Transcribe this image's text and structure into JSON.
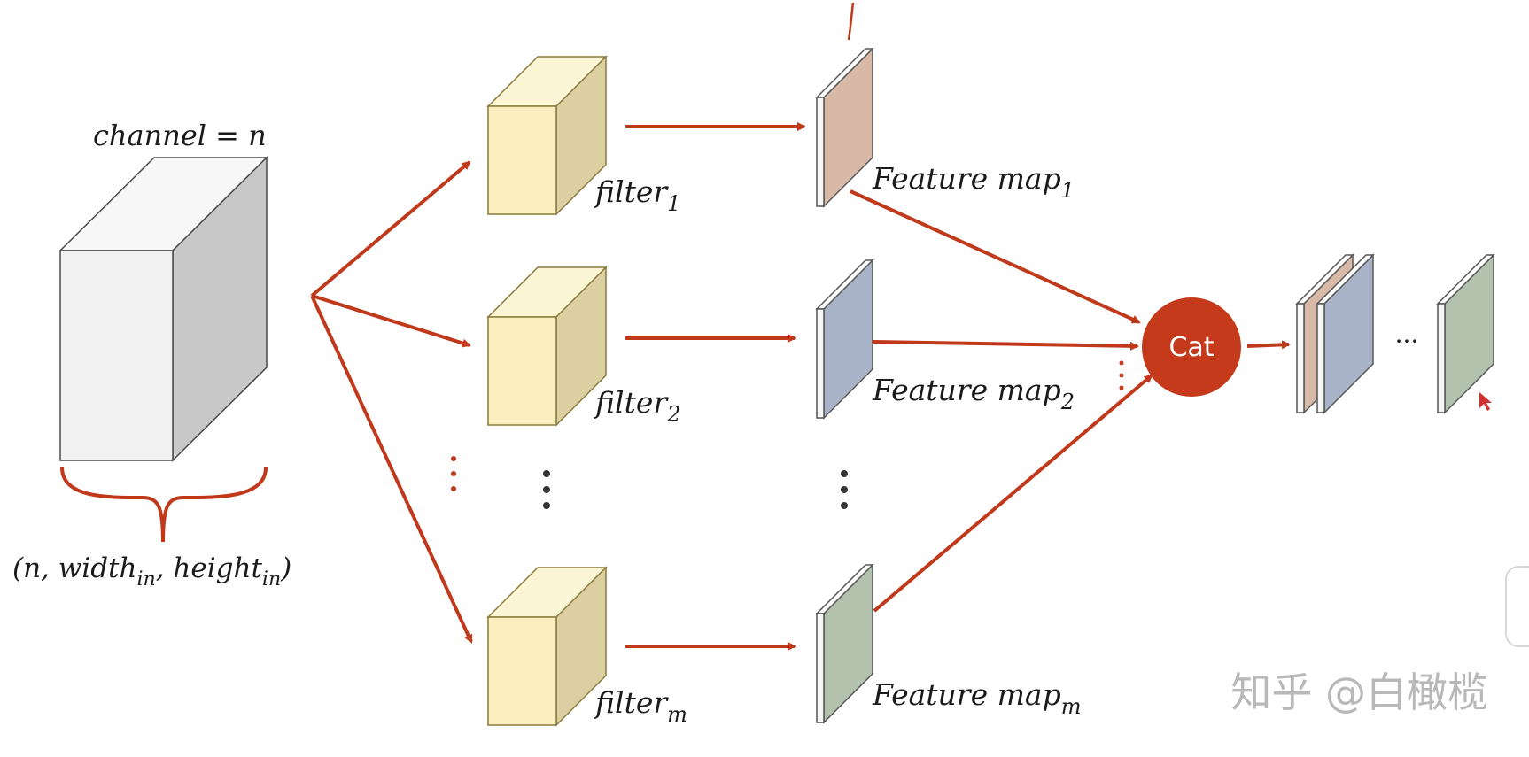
{
  "input": {
    "channel_label": "channel = n",
    "dims_label": {
      "prefix": "(n, width",
      "sub1": "in",
      "middle": ", height",
      "sub2": "in",
      "suffix": ")"
    }
  },
  "filters": [
    {
      "base": "filter",
      "sub": "1"
    },
    {
      "base": "filter",
      "sub": "2"
    },
    {
      "base": "filter",
      "sub": "m"
    }
  ],
  "feature_maps": [
    {
      "base": "Feature map",
      "sub": "1",
      "color": "#d8b8a6"
    },
    {
      "base": "Feature map",
      "sub": "2",
      "color": "#a9b4c9"
    },
    {
      "base": "Feature map",
      "sub": "m",
      "color": "#b3c2ad"
    }
  ],
  "concat": {
    "label": "Cat",
    "color": "#c53a1a"
  },
  "output": {
    "ellipsis": "···"
  },
  "watermark": "知乎 @白橄榄",
  "colors": {
    "arrow": "#c0391b",
    "filter_front": "#fbefc0",
    "filter_top": "#fdf6d6",
    "filter_side": "#dccfa2",
    "filter_edge": "#8a7a3c",
    "input_front": "#f2f2f2",
    "input_side": "#c4c4c4"
  }
}
